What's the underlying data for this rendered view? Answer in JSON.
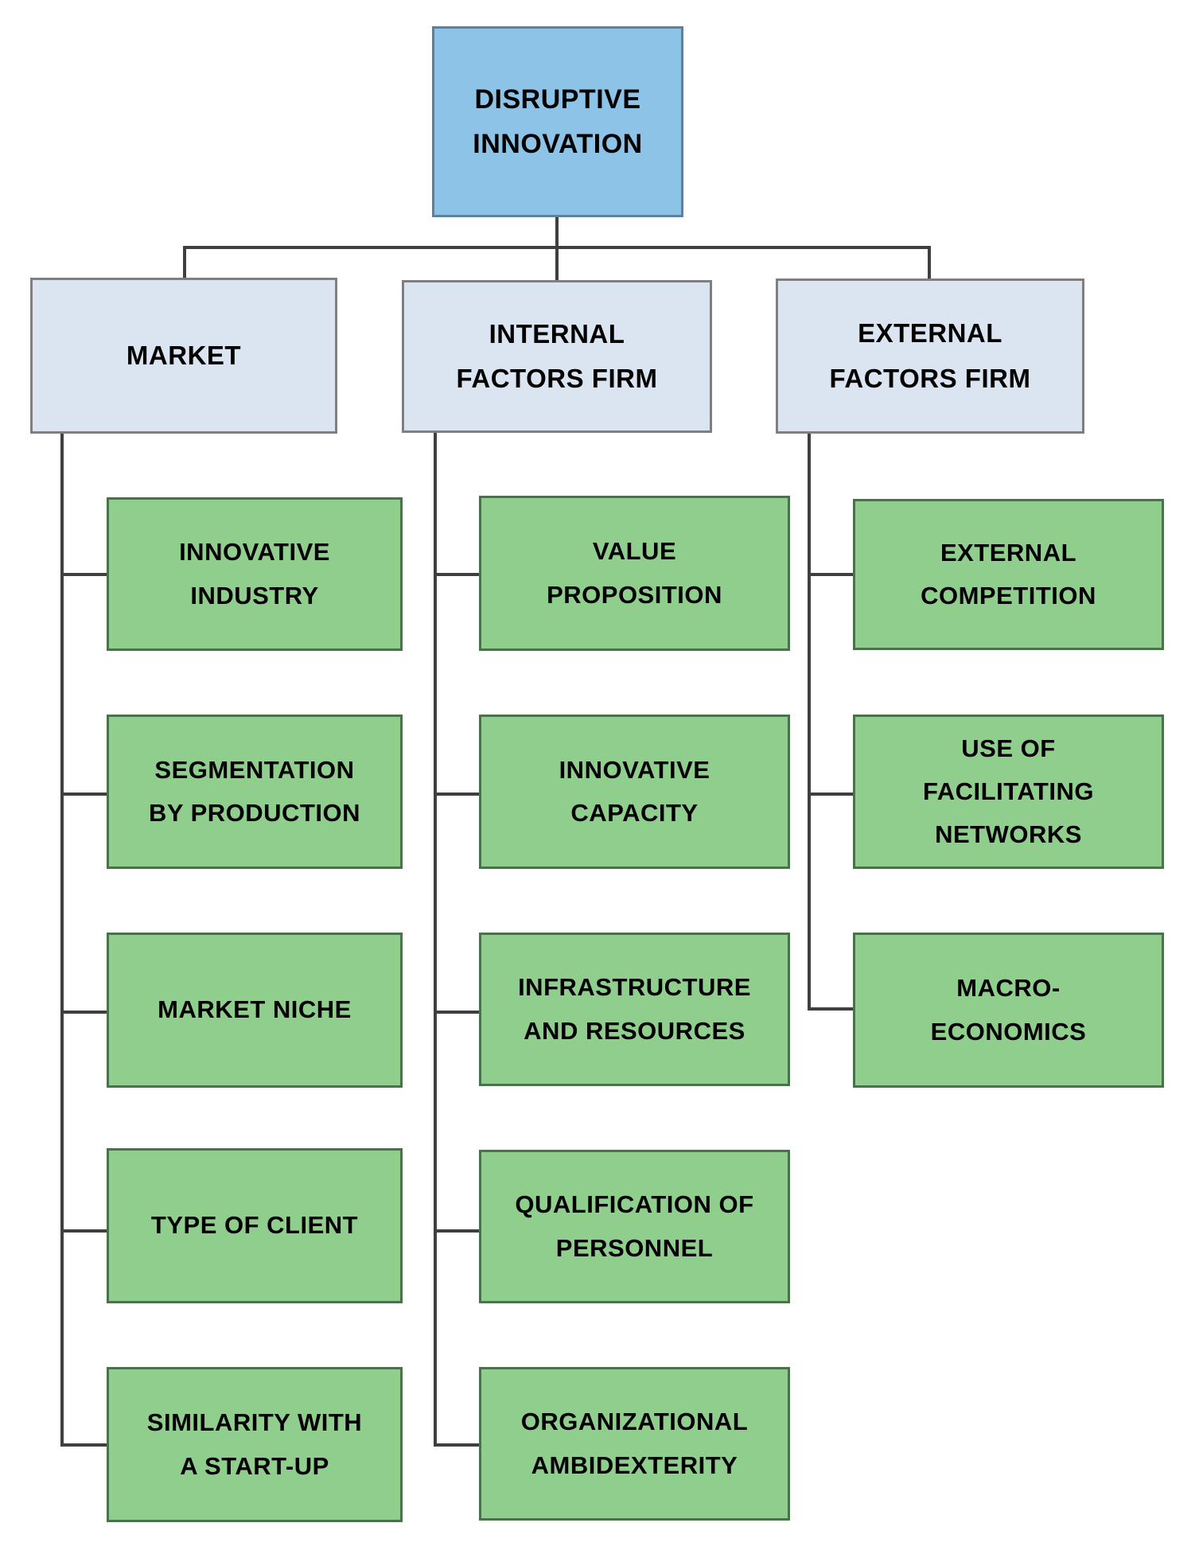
{
  "diagram": {
    "title": "DISRUPTIVE INNOVATION factor hierarchy",
    "root": {
      "label": "DISRUPTIVE\nINNOVATION"
    },
    "branches": [
      {
        "label": "MARKET",
        "children": [
          {
            "label": "INNOVATIVE\nINDUSTRY"
          },
          {
            "label": "SEGMENTATION\nBY PRODUCTION"
          },
          {
            "label": "MARKET NICHE"
          },
          {
            "label": "TYPE OF CLIENT"
          },
          {
            "label": "SIMILARITY WITH\nA START-UP"
          }
        ]
      },
      {
        "label": "INTERNAL\nFACTORS FIRM",
        "children": [
          {
            "label": "VALUE\nPROPOSITION"
          },
          {
            "label": "INNOVATIVE\nCAPACITY"
          },
          {
            "label": "INFRASTRUCTURE\nAND RESOURCES"
          },
          {
            "label": "QUALIFICATION OF\nPERSONNEL"
          },
          {
            "label": "ORGANIZATIONAL\nAMBIDEXTERITY"
          }
        ]
      },
      {
        "label": "EXTERNAL\nFACTORS FIRM",
        "children": [
          {
            "label": "EXTERNAL\nCOMPETITION"
          },
          {
            "label": "USE OF\nFACILITATING\nNETWORKS"
          },
          {
            "label": "MACRO-\nECONOMICS"
          }
        ]
      }
    ],
    "colors": {
      "background": "#ffffff",
      "text": "#000000",
      "connector": "#3f3f3f",
      "root_fill": "#8cc3e6",
      "root_border": "#5a82a0",
      "branch_fill": "#dbe5f1",
      "branch_border": "#7f7f7f",
      "leaf_fill": "#90ce8e",
      "leaf_border": "#4a724a"
    }
  }
}
